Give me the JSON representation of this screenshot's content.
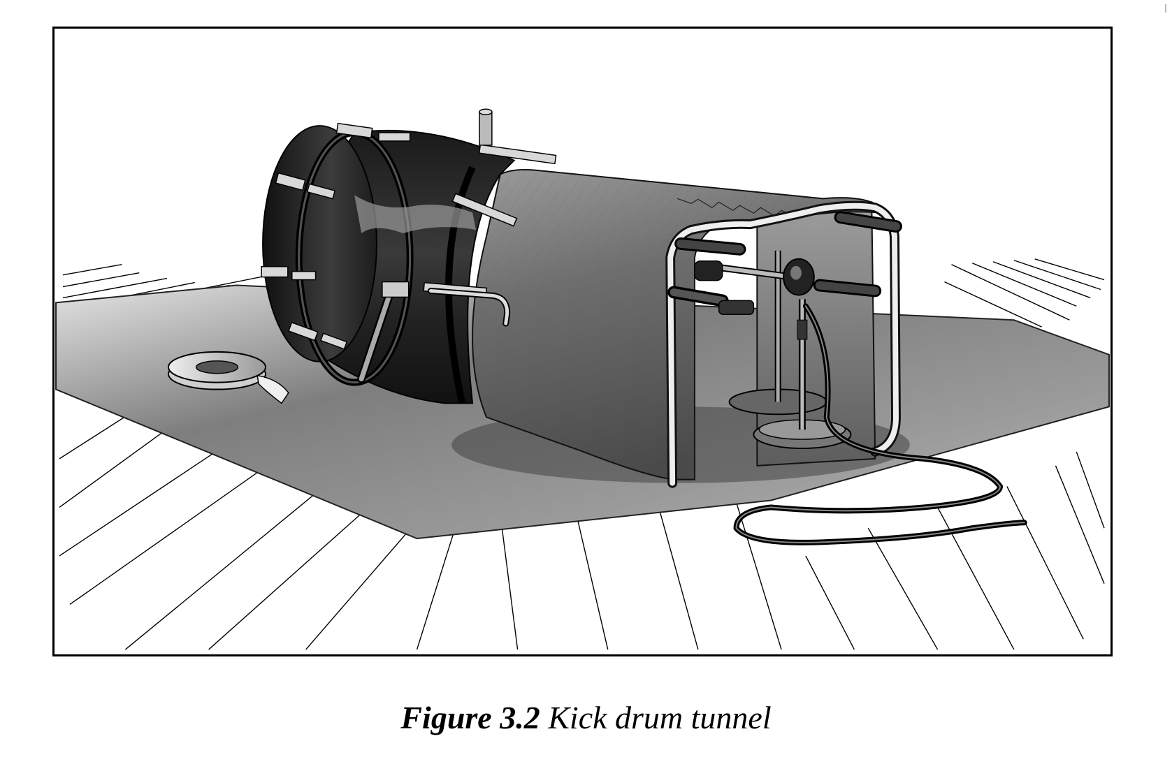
{
  "figure": {
    "caption_label": "Figure 3.2",
    "caption_text": "Kick drum tunnel",
    "illustration": {
      "subject": "kick-drum-tunnel",
      "elements": [
        "bass-drum",
        "drum-tunnel",
        "microphone-stand",
        "microphone",
        "boom-arm",
        "mic-cable",
        "gaffer-tape-roll",
        "carpet",
        "floorboards"
      ]
    },
    "colors": {
      "frame": "#000000",
      "drum_shell": "#2a2a2a",
      "tunnel_cover": "#6f6f6f",
      "carpet": "#8c8c8c",
      "floor": "#ffffff"
    }
  }
}
